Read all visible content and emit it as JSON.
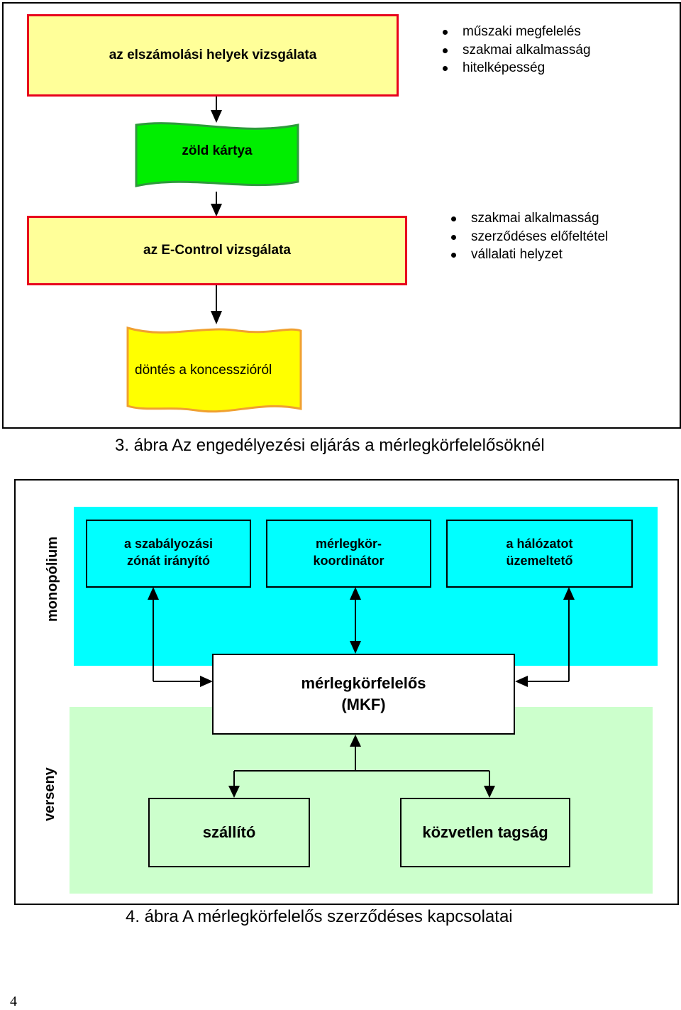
{
  "figure3": {
    "box1": {
      "label": "az elszámolási helyek vizsgálata",
      "bullets": [
        "műszaki megfelelés",
        "szakmai alkalmasság",
        "hitelképesség"
      ]
    },
    "green_card": {
      "label": "zöld kártya"
    },
    "box2": {
      "label": "az E-Control vizsgálata",
      "bullets": [
        "szakmai alkalmasság",
        "szerződéses előfeltétel",
        "vállalati helyzet"
      ]
    },
    "decision": {
      "label": "döntés a koncesszióról"
    },
    "caption": "3. ábra Az engedélyezési eljárás a mérlegkörfelelősöknél",
    "colors": {
      "box_fill": "#ffff99",
      "box_border": "#e8001c",
      "green_fill": "#00ee00",
      "decision_fill": "#ffff00",
      "decision_border": "#f0a030"
    }
  },
  "figure4": {
    "zone_monopoly": "monopólium",
    "zone_competition": "verseny",
    "top_boxes": [
      {
        "line1": "a szabályozási",
        "line2": "zónát irányító"
      },
      {
        "line1": "mérlegkör-",
        "line2": "koordinátor"
      },
      {
        "line1": "a hálózatot",
        "line2": "üzemeltető"
      }
    ],
    "center_box": {
      "line1": "mérlegkörfelelős",
      "line2": "(MKF)"
    },
    "bottom_boxes": [
      "szállító",
      "közvetlen tagság"
    ],
    "caption": "4. ábra A mérlegkörfelelős szerződéses kapcsolatai",
    "colors": {
      "monopoly_band": "#00ffff",
      "competition_band": "#ccffcc"
    }
  },
  "page_number": "4"
}
